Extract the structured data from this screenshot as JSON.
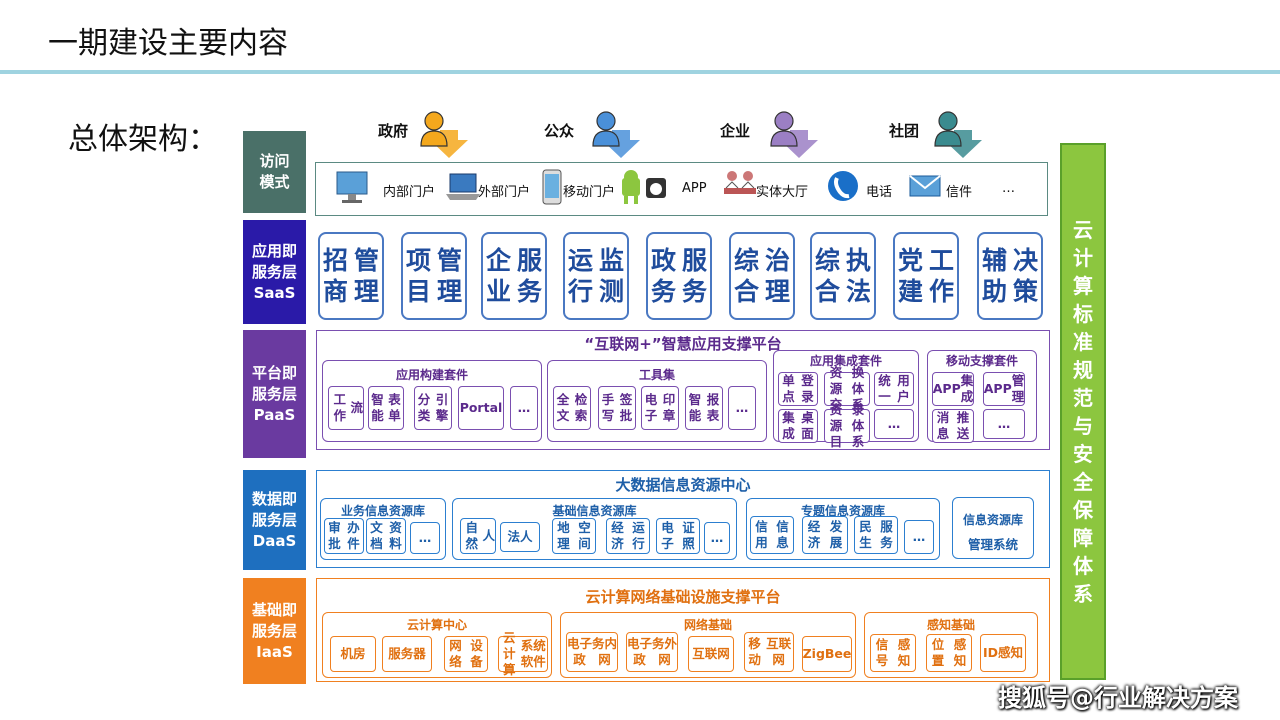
{
  "page_title": "一期建设主要内容",
  "subtitle": "总体架构：",
  "users": [
    {
      "label": "政府",
      "icon": "person-orange-icon",
      "color": "#f4a81d"
    },
    {
      "label": "公众",
      "icon": "person-blue-icon",
      "color": "#4a90d9"
    },
    {
      "label": "企业",
      "icon": "person-purple-icon",
      "color": "#9b7fc4"
    },
    {
      "label": "社团",
      "icon": "person-teal-icon",
      "color": "#3a8b8f"
    }
  ],
  "layers": {
    "access": {
      "lines": [
        "访问",
        "模式"
      ],
      "color": "#4a7068"
    },
    "saas": {
      "lines": [
        "应用即",
        "服务层",
        "SaaS"
      ],
      "color": "#2a1aa8"
    },
    "paas": {
      "lines": [
        "平台即",
        "服务层",
        "PaaS"
      ],
      "color": "#6a3aa0"
    },
    "daas": {
      "lines": [
        "数据即",
        "服务层",
        "DaaS"
      ],
      "color": "#1e6fbf"
    },
    "iaas": {
      "lines": [
        "基础即",
        "服务层",
        "IaaS"
      ],
      "color": "#f08020"
    }
  },
  "access_items": [
    {
      "label": "内部门户",
      "icon": "desktop-monitor-icon"
    },
    {
      "label": "外部门户",
      "icon": "laptop-icon"
    },
    {
      "label": "移动门户",
      "icon": "smartphone-icon"
    },
    {
      "label": "APP",
      "icon": "android-apple-icon"
    },
    {
      "label": "实体大厅",
      "icon": "service-hall-icon"
    },
    {
      "label": "电话",
      "icon": "telephone-icon"
    },
    {
      "label": "信件",
      "icon": "mail-icon"
    },
    {
      "label": "…",
      "icon": ""
    }
  ],
  "saas_apps": [
    [
      "招商",
      "管理"
    ],
    [
      "项目",
      "管理"
    ],
    [
      "企业",
      "服务"
    ],
    [
      "运行",
      "监测"
    ],
    [
      "政务",
      "服务"
    ],
    [
      "综合",
      "治理"
    ],
    [
      "综合",
      "执法"
    ],
    [
      "党建",
      "工作"
    ],
    [
      "辅助",
      "决策"
    ]
  ],
  "paas": {
    "title": "“互联网+”智慧应用支撑平台",
    "groups": [
      {
        "title": "应用构建套件",
        "cells": [
          [
            "工作",
            "流"
          ],
          [
            "智能",
            "表单"
          ],
          [
            "分类",
            "引擎"
          ],
          [
            "Portal"
          ],
          [
            "…"
          ]
        ]
      },
      {
        "title": "工具集",
        "cells": [
          [
            "全文",
            "检索"
          ],
          [
            "手写",
            "签批"
          ],
          [
            "电子",
            "印章"
          ],
          [
            "智能",
            "报表"
          ],
          [
            "…"
          ]
        ]
      },
      {
        "title": "应用集成套件",
        "cells": [
          [
            "单点",
            "登录"
          ],
          [
            "资源交",
            "换体系"
          ],
          [
            "统一",
            "用户"
          ],
          [
            "集成",
            "桌面"
          ],
          [
            "资源目",
            "录体系"
          ],
          [
            "…"
          ]
        ]
      },
      {
        "title": "移动支撑套件",
        "cells": [
          [
            "APP",
            "集成"
          ],
          [
            "APP",
            "管理"
          ],
          [
            "消息",
            "推送"
          ],
          [
            "…"
          ]
        ]
      }
    ]
  },
  "daas": {
    "title": "大数据信息资源中心",
    "groups": [
      {
        "title": "业务信息资源库",
        "cells": [
          [
            "审批",
            "办件"
          ],
          [
            "文档",
            "资料"
          ],
          [
            "…"
          ]
        ]
      },
      {
        "title": "基础信息资源库",
        "cells": [
          [
            "自然",
            "人"
          ],
          [
            "法人"
          ],
          [
            "地理",
            "空间"
          ],
          [
            "经济",
            "运行"
          ],
          [
            "电子",
            "证照"
          ],
          [
            "…"
          ]
        ]
      },
      {
        "title": "专题信息资源库",
        "cells": [
          [
            "信用",
            "信息"
          ],
          [
            "经济",
            "发展"
          ],
          [
            "民生",
            "服务"
          ],
          [
            "…"
          ]
        ]
      },
      {
        "title": "信息资源库",
        "cells": [
          [
            "管理系统"
          ]
        ]
      }
    ]
  },
  "iaas": {
    "title": "云计算网络基础设施支撑平台",
    "groups": [
      {
        "title": "云计算中心",
        "cells": [
          [
            "机房"
          ],
          [
            "服务器"
          ],
          [
            "网络",
            "设备"
          ],
          [
            "云计算",
            "系统软件"
          ]
        ]
      },
      {
        "title": "网络基础",
        "cells": [
          [
            "电子政",
            "务内网"
          ],
          [
            "电子政",
            "务外网"
          ],
          [
            "互联网"
          ],
          [
            "移动",
            "互联网"
          ],
          [
            "ZigBee"
          ]
        ]
      },
      {
        "title": "感知基础",
        "cells": [
          [
            "信号",
            "感知"
          ],
          [
            "位置",
            "感知"
          ],
          [
            "ID",
            "感知"
          ]
        ]
      }
    ]
  },
  "right_bar": "云计算标准规范与安全保障体系",
  "watermark": "搜狐号@行业解决方案"
}
